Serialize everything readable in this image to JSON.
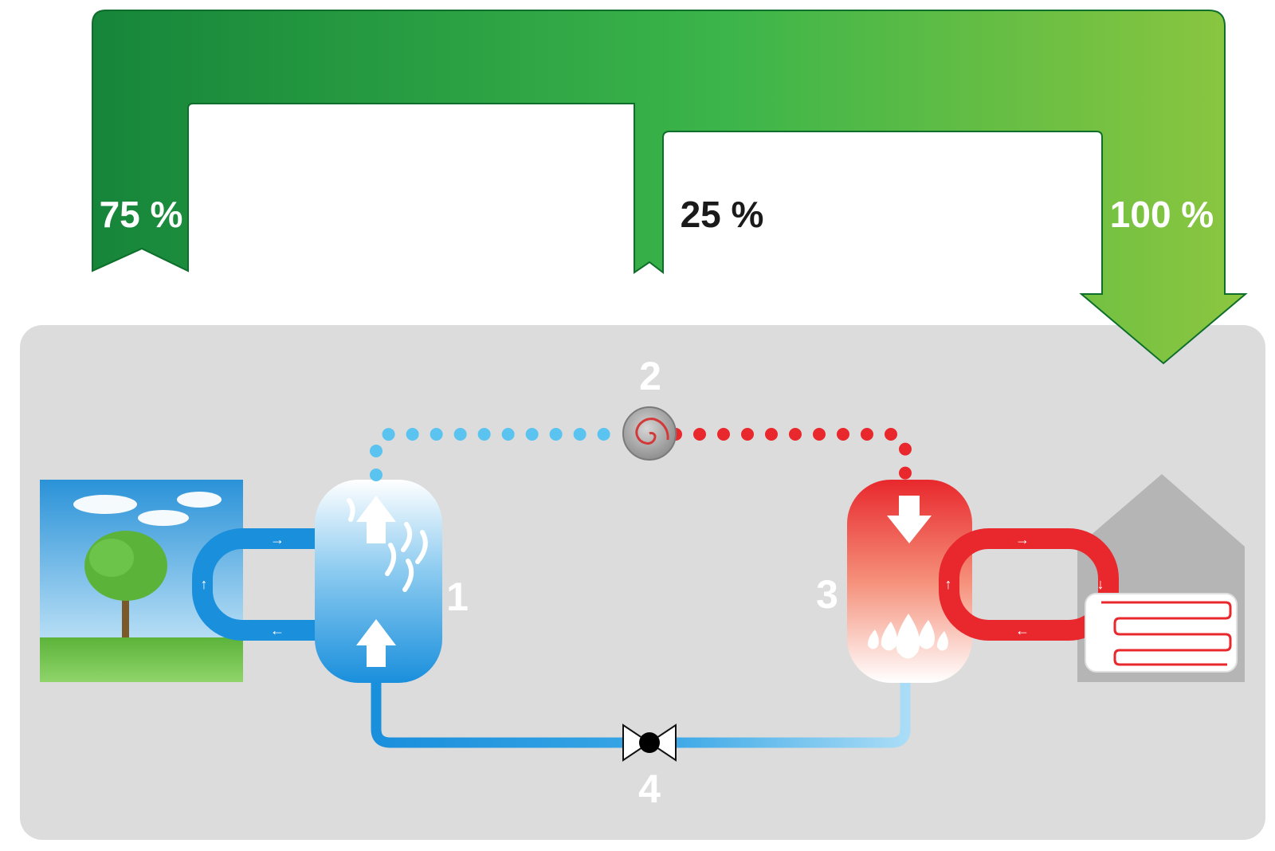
{
  "energy_flow": {
    "ambient_share": "75 %",
    "electric_share": "25 %",
    "heat_output": "100 %"
  },
  "cycle": {
    "evaporator_number": "1",
    "compressor_number": "2",
    "condenser_number": "3",
    "expansion_valve_number": "4"
  },
  "colors": {
    "green_dark": "#16853a",
    "green_mid": "#3cb54a",
    "green_light": "#8cc63f",
    "cold_blue": "#1a8fdc",
    "light_blue": "#5bc3f0",
    "hot_red": "#e8282d",
    "panel_grey": "#dcdcdc"
  },
  "icons": [
    "landscape-icon",
    "house-icon",
    "compressor-icon",
    "expansion-valve-icon",
    "radiator-icon"
  ]
}
